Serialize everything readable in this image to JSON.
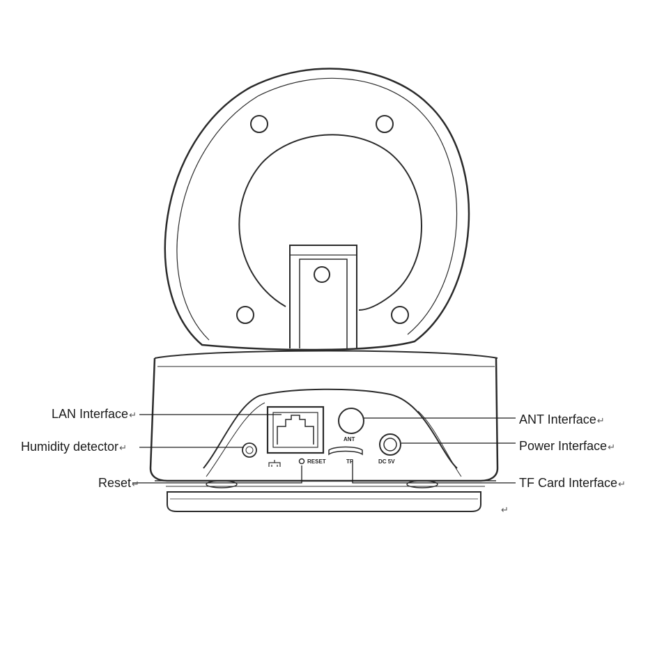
{
  "labels": {
    "lan": "LAN Interface",
    "humidity": "Humidity detector",
    "reset": "Reset",
    "ant": "ANT Interface",
    "power": "Power Interface",
    "tf_card": "TF Card Interface"
  },
  "return_mark": "↵",
  "port_markings": {
    "reset": "RESET",
    "ant": "ANT",
    "tf": "TF",
    "dc": "DC 5V"
  }
}
